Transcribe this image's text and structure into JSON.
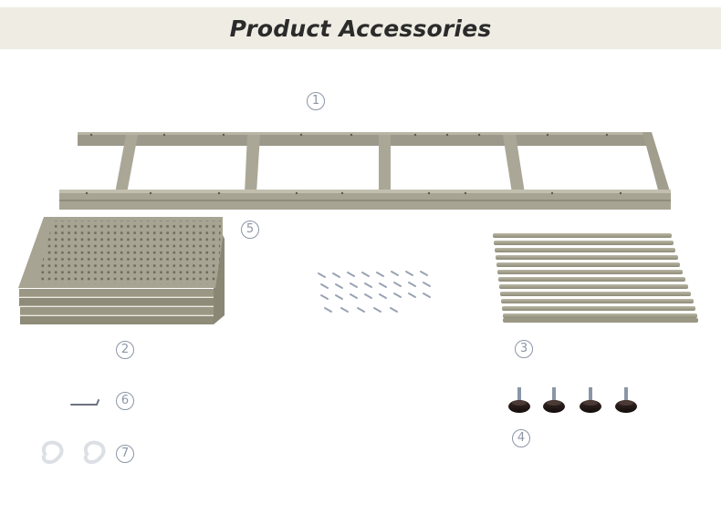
{
  "header": {
    "title": "Product Accessories"
  },
  "labels": [
    "1",
    "2",
    "3",
    "4",
    "5",
    "6",
    "7"
  ],
  "colors": {
    "panel": "#a7a493",
    "panel_dark": "#8b8875",
    "panel_light": "#bdbaa9",
    "header_bg": "#efede3",
    "label": "#8c96a6"
  },
  "icons": [
    "hex-key-icon",
    "screw-icon",
    "leveling-foot-icon",
    "hook-clip-icon"
  ]
}
